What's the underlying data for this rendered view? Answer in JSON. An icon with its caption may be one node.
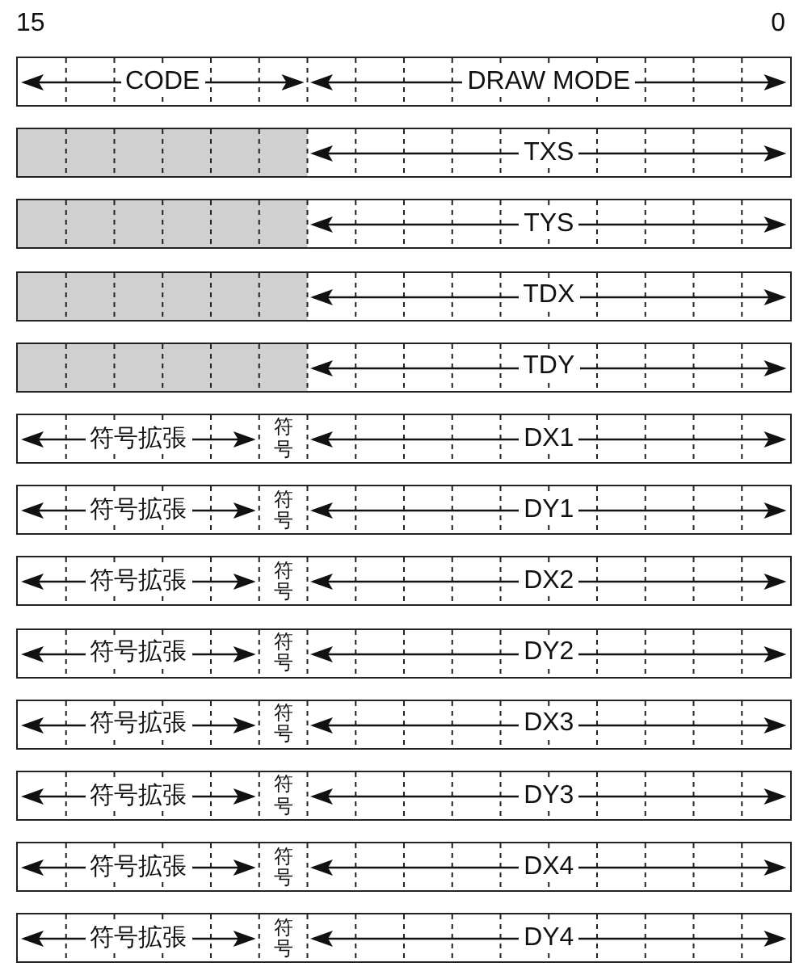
{
  "diagram": {
    "labels": [
      "15",
      "0",
      "CODE",
      "DRAW MODE",
      "TXS",
      "TYS",
      "TDX",
      "TDY",
      "符号拡張",
      "符号",
      "DX1",
      "符号拡張",
      "符号",
      "DY1",
      "符号拡張",
      "符号",
      "DX2",
      "符号拡張",
      "符号",
      "DY2",
      "符号拡張",
      "符号",
      "DX3",
      "符号拡張",
      "符号",
      "DY3",
      "符号拡張",
      "符号",
      "DX4",
      "符号拡張",
      "符号",
      "DY4"
    ]
  }
}
